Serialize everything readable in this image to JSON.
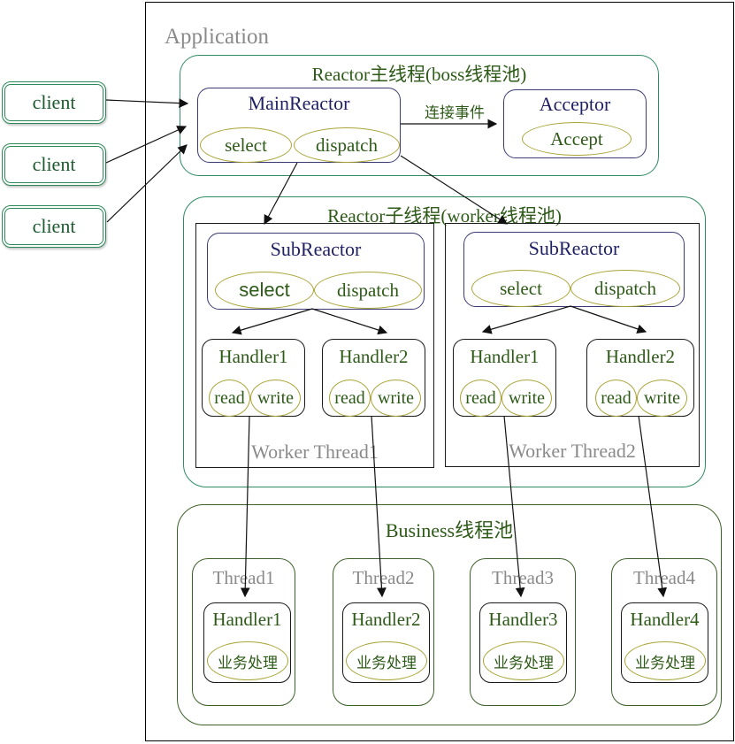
{
  "application": {
    "label": "Application"
  },
  "clients": [
    {
      "label": "client"
    },
    {
      "label": "client"
    },
    {
      "label": "client"
    }
  ],
  "boss": {
    "title": "Reactor主线程(boss线程池)",
    "main_reactor": {
      "title": "MainReactor",
      "select": "select",
      "dispatch": "dispatch"
    },
    "connect_event_label": "连接事件",
    "acceptor": {
      "title": "Acceptor",
      "accept": "Accept"
    }
  },
  "worker": {
    "title": "Reactor子线程(worker线程池)",
    "threads": [
      {
        "label": "Worker Thread1",
        "sub_reactor": {
          "title": "SubReactor",
          "select": "select",
          "dispatch": "dispatch"
        },
        "handlers": [
          {
            "title": "Handler1",
            "read": "read",
            "write": "write"
          },
          {
            "title": "Handler2",
            "read": "read",
            "write": "write"
          }
        ]
      },
      {
        "label": "Worker Thread2",
        "sub_reactor": {
          "title": "SubReactor",
          "select": "select",
          "dispatch": "dispatch"
        },
        "handlers": [
          {
            "title": "Handler1",
            "read": "read",
            "write": "write"
          },
          {
            "title": "Handler2",
            "read": "read",
            "write": "write"
          }
        ]
      }
    ]
  },
  "business": {
    "title": "Business线程池",
    "threads": [
      {
        "label": "Thread1",
        "handler": {
          "title": "Handler1",
          "task": "业务处理"
        }
      },
      {
        "label": "Thread2",
        "handler": {
          "title": "Handler2",
          "task": "业务处理"
        }
      },
      {
        "label": "Thread3",
        "handler": {
          "title": "Handler3",
          "task": "业务处理"
        }
      },
      {
        "label": "Thread4",
        "handler": {
          "title": "Handler4",
          "task": "业务处理"
        }
      }
    ]
  },
  "colors": {
    "green_text": "#2d5a17",
    "navy_text": "#1f1f63",
    "gray_text": "#8a8a8a",
    "emerald_border": "#2e8b62",
    "olive_ellipse_border": "#a9a437",
    "dark_green_border": "#3c6128",
    "navy_border": "#3b3b73",
    "black_border": "#1a1a1a"
  }
}
